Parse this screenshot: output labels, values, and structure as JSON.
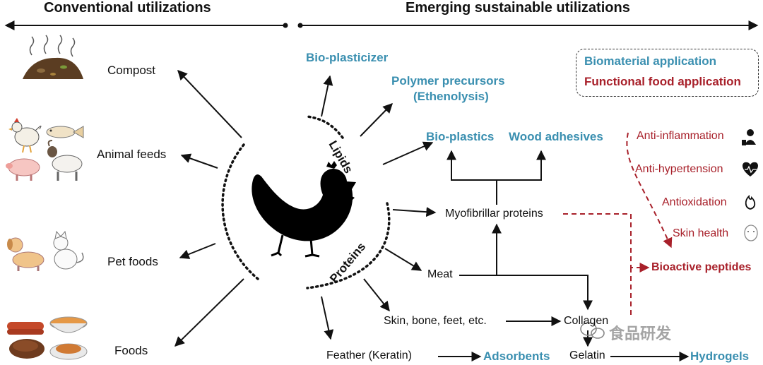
{
  "headers": {
    "conventional": "Conventional utilizations",
    "emerging": "Emerging sustainable utilizations"
  },
  "conventional_uses": {
    "compost": "Compost",
    "animal_feeds": "Animal feeds",
    "pet_foods": "Pet foods",
    "foods": "Foods"
  },
  "center": {
    "lipids": "Lipids",
    "proteins": "Proteins"
  },
  "legend": {
    "biomaterial": "Biomaterial application",
    "functional_food": "Functional food application"
  },
  "biomaterials": {
    "bio_plasticizer": "Bio-plasticizer",
    "polymer_precursors": "Polymer precursors",
    "ethenolysis": "(Ethenolysis)",
    "bio_plastics": "Bio-plastics",
    "wood_adhesives": "Wood adhesives",
    "adsorbents": "Adsorbents",
    "hydrogels": "Hydrogels"
  },
  "protein_sources": {
    "myofibrillar": "Myofibrillar proteins",
    "meat": "Meat",
    "skin_bone": "Skin, bone, feet, etc.",
    "collagen": "Collagen",
    "gelatin": "Gelatin",
    "feather": "Feather (Keratin)"
  },
  "functional_food": {
    "anti_inflammation": "Anti-inflammation",
    "anti_hypertension": "Anti-hypertension",
    "antioxidation": "Antioxidation",
    "skin_health": "Skin health",
    "bioactive_peptides": "Bioactive peptides"
  },
  "watermark": "食品研发",
  "colors": {
    "biomaterial": "#3a8fb0",
    "functional_food": "#a8202a",
    "text": "#111111"
  },
  "icon_names": [
    "compost-icon",
    "rooster-icon",
    "fish-icon",
    "pig-icon",
    "goat-icon",
    "dog-icon",
    "cat-icon",
    "sausage-icon",
    "soup-bowl-icon",
    "burger-patty-icon",
    "stew-plate-icon",
    "chicken-silhouette-icon",
    "person-icon",
    "heart-pulse-icon",
    "flame-icon",
    "face-icon",
    "wechat-icon"
  ]
}
